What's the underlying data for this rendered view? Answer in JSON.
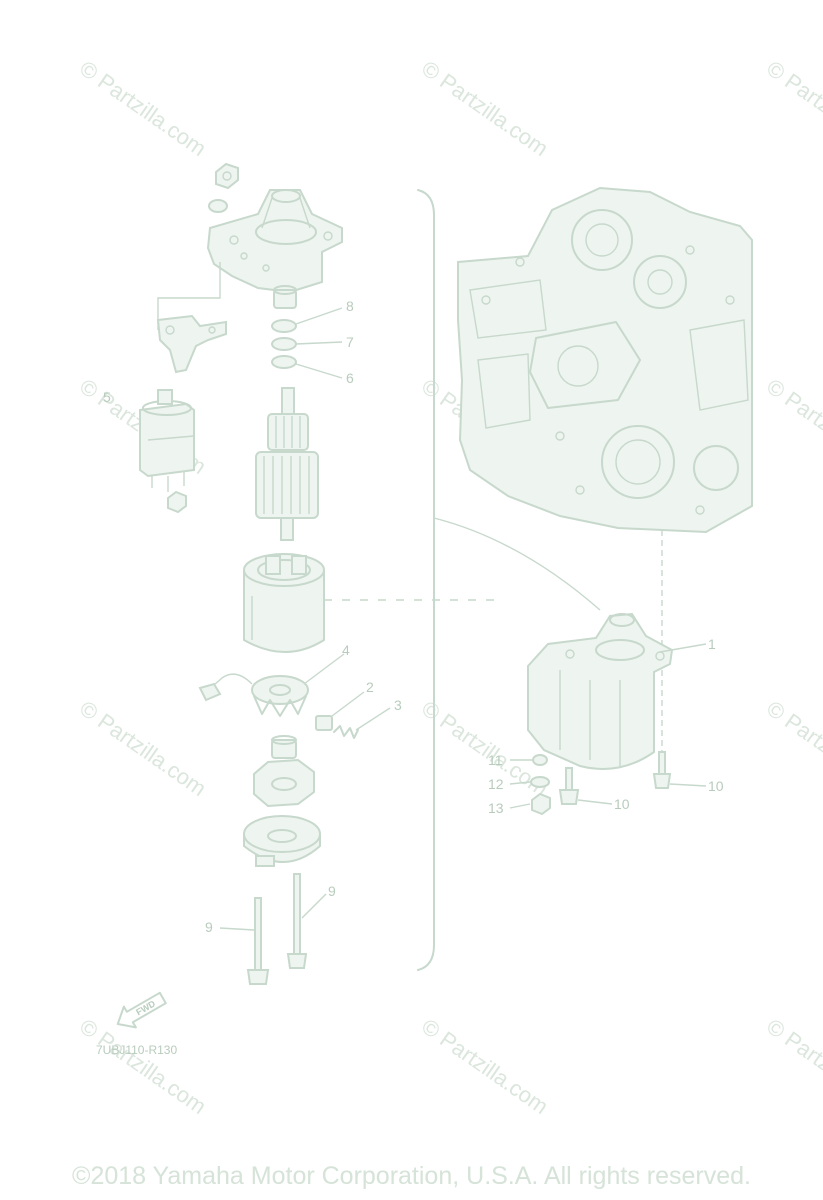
{
  "watermark": "© Partzilla.com",
  "callouts": {
    "c1": "1",
    "c2": "2",
    "c3": "3",
    "c4": "4",
    "c5": "5",
    "c6": "6",
    "c7": "7",
    "c8": "8",
    "c9a": "9",
    "c9b": "9",
    "c10a": "10",
    "c10b": "10",
    "c11": "11",
    "c12": "12",
    "c13": "13"
  },
  "diagram_code": "7UBJ110-R130",
  "fwd_label": "FWD",
  "copyright": "©2018 Yamaha Motor Corporation, U.S.A. All rights reserved."
}
